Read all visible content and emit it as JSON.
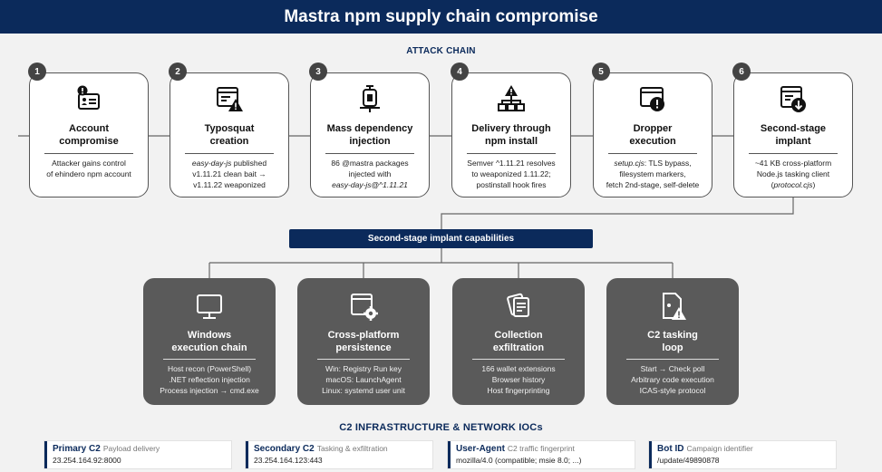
{
  "title": "Mastra npm supply chain compromise",
  "attack_chain_label": "ATTACK CHAIN",
  "steps": [
    {
      "num": "1",
      "title_l1": "Account",
      "title_l2": "compromise",
      "d1": "Attacker gains control",
      "d2": "of ehindero npm account",
      "d3": "",
      "icon": "id-card-alert-icon"
    },
    {
      "num": "2",
      "title_l1": "Typosquat",
      "title_l2": "creation",
      "d1_em": "easy-day-js",
      "d1_rest": " published",
      "d2": "v1.11.21 clean bait →",
      "d3": "v1.11.22 weaponized",
      "icon": "window-warning-icon"
    },
    {
      "num": "3",
      "title_l1": "Mass dependency",
      "title_l2": "injection",
      "d1": "86 @mastra packages",
      "d2": "injected with",
      "d3_em": "easy-day-js@^1.11.21",
      "icon": "syringe-package-icon"
    },
    {
      "num": "4",
      "title_l1": "Delivery through",
      "title_l2": "npm install",
      "d1": "Semver ^1.11.21 resolves",
      "d2": "to weaponized 1.11.22;",
      "d3": "postinstall hook fires",
      "icon": "network-warning-icon"
    },
    {
      "num": "5",
      "title_l1": "Dropper",
      "title_l2": "execution",
      "d1_em": "setup.cjs",
      "d1_rest": ": TLS bypass,",
      "d2": "filesystem markers,",
      "d3": "fetch 2nd-stage, self-delete",
      "icon": "window-alert-icon"
    },
    {
      "num": "6",
      "title_l1": "Second-stage",
      "title_l2": "implant",
      "d1": "~41 KB cross-platform",
      "d2": "Node.js tasking client",
      "d3_pre": "(",
      "d3_em": "protocol.cjs",
      "d3_post": ")",
      "icon": "window-download-icon"
    }
  ],
  "capabilities_header": "Second-stage implant capabilities",
  "capabilities": [
    {
      "title_l1": "Windows",
      "title_l2": "execution chain",
      "d1": "Host recon (PowerShell)",
      "d2": ".NET reflection injection",
      "d3": "Process injection → cmd.exe",
      "icon": "monitor-icon"
    },
    {
      "title_l1": "Cross-platform",
      "title_l2": "persistence",
      "d1": "Win: Registry Run key",
      "d2": "macOS: LaunchAgent",
      "d3": "Linux: systemd user unit",
      "icon": "window-gear-icon"
    },
    {
      "title_l1": "Collection",
      "title_l2": "exfiltration",
      "d1": "166 wallet extensions",
      "d2": "Browser history",
      "d3": "Host fingerprinting",
      "icon": "documents-send-icon"
    },
    {
      "title_l1": "C2 tasking",
      "title_l2": "loop",
      "d1": "Start → Check poll",
      "d2": "Arbitrary code execution",
      "d3": "ICAS-style protocol",
      "icon": "file-warning-icon"
    }
  ],
  "ioc_label": "C2 INFRASTRUCTURE & NETWORK IOCs",
  "iocs": [
    {
      "name": "Primary C2",
      "sub": "Payload delivery",
      "value": "23.254.164.92:8000"
    },
    {
      "name": "Secondary C2",
      "sub": "Tasking & exfiltration",
      "value": "23.254.164.123:443"
    },
    {
      "name": "User-Agent",
      "sub": "C2 traffic fingerprint",
      "value": "mozilla/4.0 (compatible; msie 8.0; ...)"
    },
    {
      "name": "Bot ID",
      "sub": "Campaign identifier",
      "value": "/update/49890878"
    }
  ],
  "colors": {
    "navy": "#0b2a5b",
    "card_dark": "#5a5a5a",
    "background": "#f2f2f2"
  }
}
